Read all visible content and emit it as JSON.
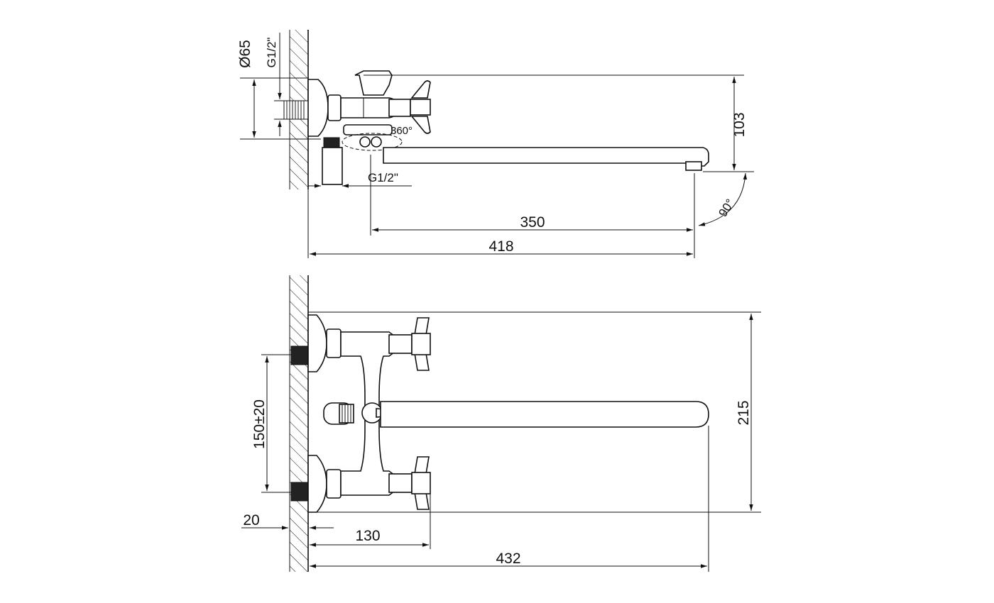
{
  "top_view": {
    "diameter_label": "Ø65",
    "inlet_thread_label": "G1/2\"",
    "outlet_thread_label": "G1/2\"",
    "rotation_label": "360°",
    "height_label": "103",
    "angle_label": "90°",
    "spout_length_label": "350",
    "total_length_label": "418"
  },
  "front_view": {
    "center_distance_label": "150±20",
    "total_height_label": "215",
    "wall_offset_label": "20",
    "handle_reach_label": "130",
    "total_length_label": "432"
  }
}
